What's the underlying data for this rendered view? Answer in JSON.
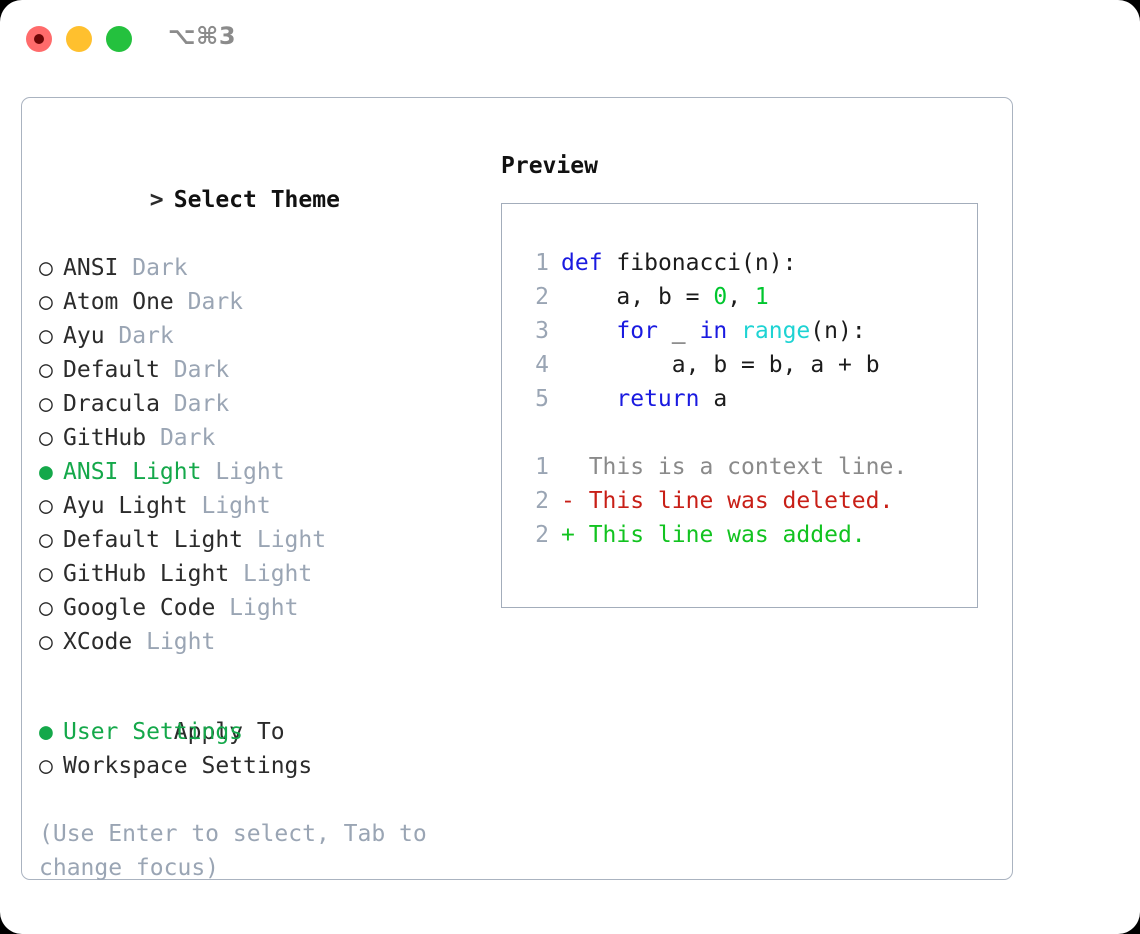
{
  "window": {
    "shortcut": "⌥⌘3",
    "traffic_lights": [
      "close-dot",
      "minimize-dot",
      "maximize-dot"
    ],
    "colors": {
      "close": "#ff6b6b",
      "close_inner": "#6d0606",
      "minimize": "#ffc02e",
      "maximize": "#24c13e",
      "panel_border": "#aab3c0",
      "preview_border": "#a3adbb",
      "accent_green": "#14a84a",
      "muted": "#9aa5b4"
    }
  },
  "theme_picker": {
    "heading_marker": ">",
    "heading": "Select Theme",
    "items": [
      {
        "marker": "○",
        "name": "ANSI",
        "suffix": "Dark",
        "selected": false
      },
      {
        "marker": "○",
        "name": "Atom One",
        "suffix": "Dark",
        "selected": false
      },
      {
        "marker": "○",
        "name": "Ayu",
        "suffix": "Dark",
        "selected": false
      },
      {
        "marker": "○",
        "name": "Default",
        "suffix": "Dark",
        "selected": false
      },
      {
        "marker": "○",
        "name": "Dracula",
        "suffix": "Dark",
        "selected": false
      },
      {
        "marker": "○",
        "name": "GitHub",
        "suffix": "Dark",
        "selected": false
      },
      {
        "marker": "●",
        "name": "ANSI Light",
        "suffix": "Light",
        "selected": true
      },
      {
        "marker": "○",
        "name": "Ayu Light",
        "suffix": "Light",
        "selected": false
      },
      {
        "marker": "○",
        "name": "Default Light",
        "suffix": "Light",
        "selected": false
      },
      {
        "marker": "○",
        "name": "GitHub Light",
        "suffix": "Light",
        "selected": false
      },
      {
        "marker": "○",
        "name": "Google Code",
        "suffix": "Light",
        "selected": false
      },
      {
        "marker": "○",
        "name": "XCode",
        "suffix": "Light",
        "selected": false
      }
    ]
  },
  "apply_to": {
    "heading": "Apply To",
    "items": [
      {
        "marker": "●",
        "name": "User Settings",
        "selected": true
      },
      {
        "marker": "○",
        "name": "Workspace Settings",
        "selected": false
      }
    ]
  },
  "hint": {
    "line1": "(Use Enter to select, Tab to",
    "line2": "change focus)"
  },
  "preview": {
    "heading": "Preview",
    "code_lines": [
      {
        "n": "1",
        "tokens": [
          {
            "t": "def",
            "c": "kw"
          },
          {
            "t": " ",
            "c": "pl"
          },
          {
            "t": "fibonacci",
            "c": "id"
          },
          {
            "t": "(",
            "c": "pl"
          },
          {
            "t": "n",
            "c": "id"
          },
          {
            "t": "):",
            "c": "pl"
          }
        ]
      },
      {
        "n": "2",
        "tokens": [
          {
            "t": "    ",
            "c": "pl"
          },
          {
            "t": "a",
            "c": "id"
          },
          {
            "t": ", ",
            "c": "pl"
          },
          {
            "t": "b",
            "c": "id"
          },
          {
            "t": " = ",
            "c": "pl"
          },
          {
            "t": "0",
            "c": "num"
          },
          {
            "t": ", ",
            "c": "pl"
          },
          {
            "t": "1",
            "c": "num"
          }
        ]
      },
      {
        "n": "3",
        "tokens": [
          {
            "t": "    ",
            "c": "pl"
          },
          {
            "t": "for",
            "c": "kw"
          },
          {
            "t": " _ ",
            "c": "pl"
          },
          {
            "t": "in",
            "c": "kw"
          },
          {
            "t": " ",
            "c": "pl"
          },
          {
            "t": "range",
            "c": "fn"
          },
          {
            "t": "(",
            "c": "pl"
          },
          {
            "t": "n",
            "c": "id"
          },
          {
            "t": "):",
            "c": "pl"
          }
        ]
      },
      {
        "n": "4",
        "tokens": [
          {
            "t": "        ",
            "c": "pl"
          },
          {
            "t": "a",
            "c": "id"
          },
          {
            "t": ", ",
            "c": "pl"
          },
          {
            "t": "b",
            "c": "id"
          },
          {
            "t": " = ",
            "c": "pl"
          },
          {
            "t": "b",
            "c": "id"
          },
          {
            "t": ", ",
            "c": "pl"
          },
          {
            "t": "a",
            "c": "id"
          },
          {
            "t": " + ",
            "c": "pl"
          },
          {
            "t": "b",
            "c": "id"
          }
        ]
      },
      {
        "n": "5",
        "tokens": [
          {
            "t": "    ",
            "c": "pl"
          },
          {
            "t": "return",
            "c": "kw"
          },
          {
            "t": " ",
            "c": "pl"
          },
          {
            "t": "a",
            "c": "id"
          }
        ]
      },
      {
        "n": "",
        "tokens": []
      },
      {
        "n": "1",
        "tokens": [
          {
            "t": "  This is a context line.",
            "c": "ctx"
          }
        ]
      },
      {
        "n": "2",
        "tokens": [
          {
            "t": "- This line was deleted.",
            "c": "del"
          }
        ]
      },
      {
        "n": "2",
        "tokens": [
          {
            "t": "+ This line was added.",
            "c": "add"
          }
        ]
      }
    ]
  }
}
